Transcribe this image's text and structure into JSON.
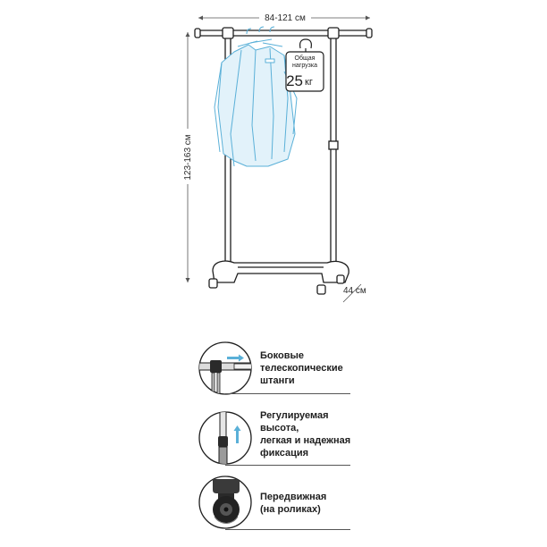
{
  "dimensions": {
    "width": "84-121 см",
    "height": "123-163 см",
    "depth": "44 см"
  },
  "load_tag": {
    "line1": "Общая",
    "line2": "нагрузка",
    "value": "25",
    "unit": "кг"
  },
  "features": [
    {
      "icon": "telescopic-rods-icon",
      "lines": [
        "Боковые",
        "телескопические",
        "штанги"
      ]
    },
    {
      "icon": "height-adjust-icon",
      "lines": [
        "Регулируемая",
        "высота,",
        "легкая и надежная",
        "фиксация"
      ]
    },
    {
      "icon": "caster-wheel-icon",
      "lines": [
        "Передвижная",
        "(на роликах)"
      ]
    }
  ],
  "colors": {
    "line": "#1e1e1e",
    "shirt": "#5ab0d8",
    "shirt_fill": "#e2f2fa",
    "arrow": "#5ab0d8"
  }
}
